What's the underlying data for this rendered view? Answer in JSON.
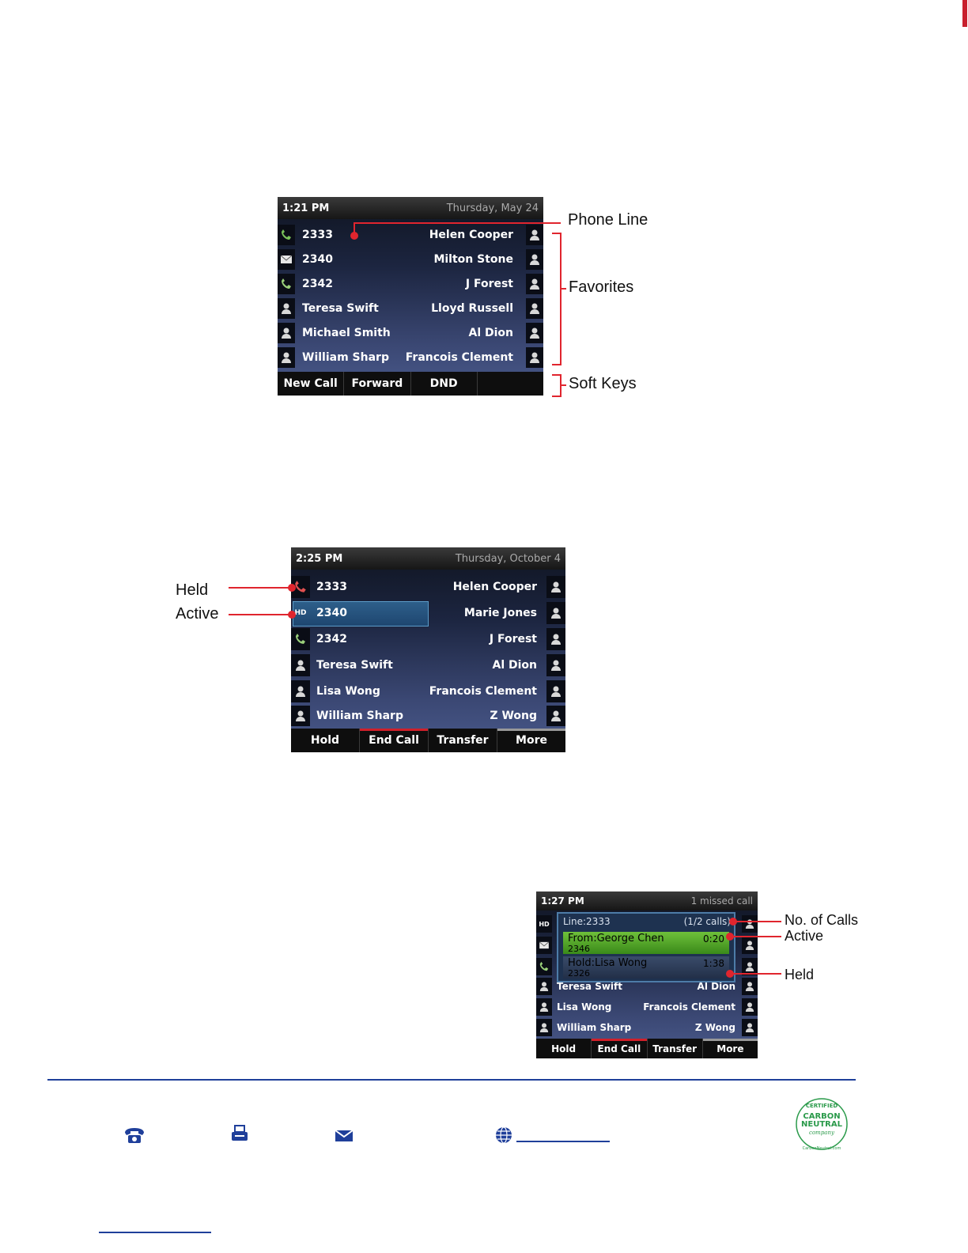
{
  "screen1": {
    "time": "1:21 PM",
    "date": "Thursday, May 24",
    "rows": [
      {
        "left": "2333",
        "right": "Helen Cooper"
      },
      {
        "left": "2340",
        "right": "Milton Stone"
      },
      {
        "left": "2342",
        "right": "J Forest"
      },
      {
        "left": "Teresa Swift",
        "right": "Lloyd Russell"
      },
      {
        "left": "Michael Smith",
        "right": "Al Dion"
      },
      {
        "left": "William Sharp",
        "right": "Francois Clement"
      }
    ],
    "softkeys": [
      "New Call",
      "Forward",
      "DND",
      ""
    ],
    "labels": {
      "phone_line": "Phone Line",
      "favorites": "Favorites",
      "soft_keys": "Soft Keys"
    }
  },
  "screen2": {
    "time": "2:25 PM",
    "date": "Thursday, October 4",
    "rows": [
      {
        "left": "2333",
        "right": "Helen Cooper"
      },
      {
        "left": "2340",
        "right": "Marie Jones"
      },
      {
        "left": "2342",
        "right": "J Forest"
      },
      {
        "left": "Teresa Swift",
        "right": "Al Dion"
      },
      {
        "left": "Lisa Wong",
        "right": "Francois Clement"
      },
      {
        "left": "William Sharp",
        "right": "Z Wong"
      }
    ],
    "softkeys": [
      "Hold",
      "End Call",
      "Transfer",
      "More"
    ],
    "labels": {
      "held": "Held",
      "active": "Active"
    }
  },
  "screen3": {
    "time": "1:27 PM",
    "status": "1 missed call",
    "line": "Line:2333",
    "calls_count": "(1/2 calls)",
    "active_call": {
      "from": "From:George Chen",
      "number": "2346",
      "time": "0:20"
    },
    "held_call": {
      "from": "Hold:Lisa Wong",
      "number": "2326",
      "time": "1:38"
    },
    "rows": [
      {
        "left": "Teresa Swift",
        "right": "Al Dion"
      },
      {
        "left": "Lisa Wong",
        "right": "Francois Clement"
      },
      {
        "left": "William Sharp",
        "right": "Z Wong"
      }
    ],
    "softkeys": [
      "Hold",
      "End Call",
      "Transfer",
      "More"
    ],
    "labels": {
      "no_of_calls": "No. of Calls",
      "active": "Active",
      "held": "Held"
    }
  },
  "footer": {
    "logo_text": [
      "CERTIFIED",
      "CARBON",
      "NEUTRAL",
      "company",
      "CarbonNeutral.com"
    ],
    "colors": {
      "rule": "#1f3f9a",
      "annotation": "#e0252e",
      "logo_green": "#2a9a4a"
    }
  }
}
